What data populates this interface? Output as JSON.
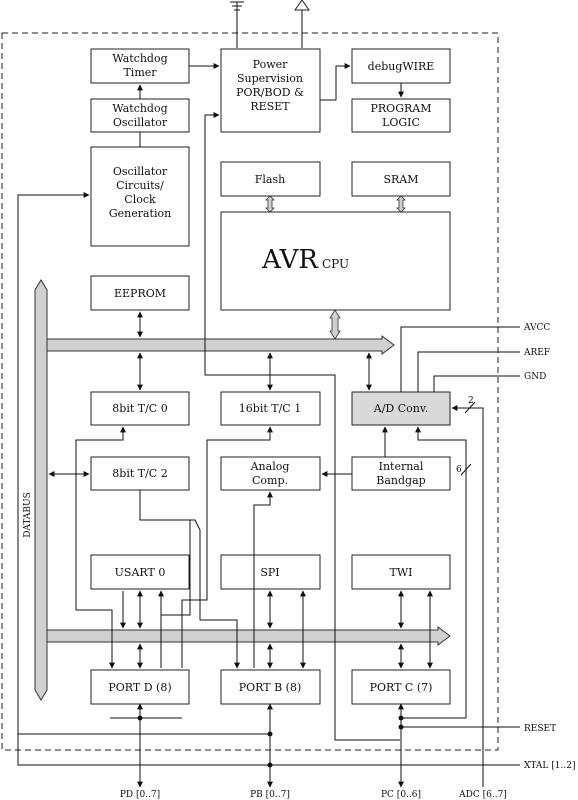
{
  "blocks": {
    "watchdog_timer": [
      "Watchdog",
      "Timer"
    ],
    "watchdog_osc": [
      "Watchdog",
      "Oscillator"
    ],
    "power": [
      "Power",
      "Supervision",
      "POR/BOD &",
      "RESET"
    ],
    "debugwire": "debugWIRE",
    "program_logic": [
      "PROGRAM",
      "LOGIC"
    ],
    "osc_circuits": [
      "Oscillator",
      "Circuits/",
      "Clock",
      "Generation"
    ],
    "flash": "Flash",
    "sram": "SRAM",
    "cpu_main": "AVR",
    "cpu_sub": "CPU",
    "eeprom": "EEPROM",
    "tc0": "8bit T/C 0",
    "tc1": "16bit T/C 1",
    "adc": "A/D Conv.",
    "tc2": "8bit T/C 2",
    "analog_comp": [
      "Analog",
      "Comp."
    ],
    "bandgap": [
      "Internal",
      "Bandgap"
    ],
    "usart": "USART 0",
    "spi": "SPI",
    "twi": "TWI",
    "portd": "PORT D (8)",
    "portb": "PORT B (8)",
    "portc": "PORT C (7)"
  },
  "bus_label": "DATABUS",
  "pins": {
    "avcc": "AVCC",
    "aref": "AREF",
    "gnd": "GND",
    "reset": "RESET",
    "xtal": "XTAL [1..2]",
    "pd": "PD [0..7]",
    "pb": "PB [0..7]",
    "pc": "PC [0..6]",
    "adc": "ADC [6..7]"
  },
  "bus_widths": {
    "adc_in": "2",
    "bandgap_in": "6"
  }
}
